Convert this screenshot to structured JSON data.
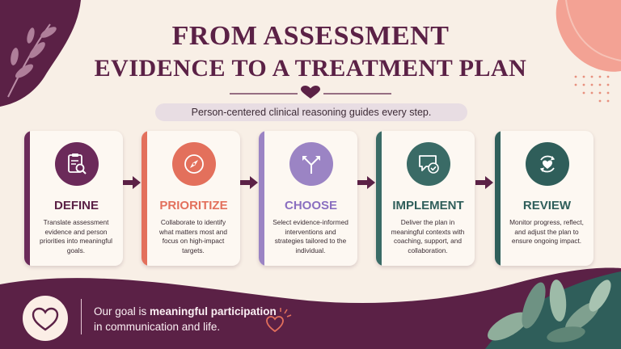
{
  "title": {
    "line1": "FROM ASSESSMENT",
    "line2": "EVIDENCE TO A TREATMENT PLAN"
  },
  "subtitle": "Person-centered clinical reasoning guides every step.",
  "steps": [
    {
      "label": "DEFINE",
      "icon": "clipboard-search-icon",
      "color": "#6b2a5a",
      "description": "Translate assessment evidence and person priorities into meaningful goals."
    },
    {
      "label": "PRIORITIZE",
      "icon": "compass-icon",
      "color": "#e3705c",
      "description": "Collaborate to identify what matters most and focus on high-impact targets."
    },
    {
      "label": "CHOOSE",
      "icon": "split-arrows-icon",
      "color": "#9b84c4",
      "description": "Select evidence-informed interventions and strategies tailored to the individual."
    },
    {
      "label": "IMPLEMENT",
      "icon": "chat-check-icon",
      "color": "#3a6b66",
      "description": "Deliver the plan in meaningful contexts with coaching, support, and collaboration."
    },
    {
      "label": "REVIEW",
      "icon": "cycle-heart-icon",
      "color": "#2f5e5a",
      "description": "Monitor progress, reflect, and adjust the plan to ensure ongoing impact."
    }
  ],
  "footer": {
    "prefix": "Our goal is ",
    "highlight": "meaningful participation",
    "suffix": "in communication and life."
  },
  "colors": {
    "plum": "#5b2146",
    "background": "#f8efe6",
    "coral": "#e3705c",
    "lavender": "#9b84c4",
    "teal": "#2f5e5a"
  }
}
